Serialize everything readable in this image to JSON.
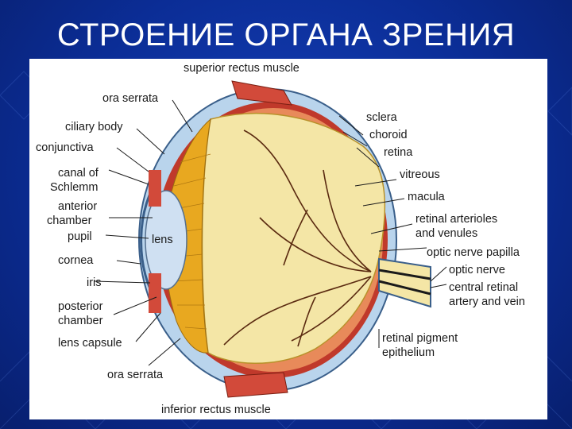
{
  "slide": {
    "title": "СТРОЕНИЕ ОРГАНА ЗРЕНИЯ"
  },
  "diagram": {
    "labels": {
      "superior_rectus_muscle": "superior rectus muscle",
      "ora_serrata_top": "ora serrata",
      "ciliary_body": "ciliary body",
      "conjunctiva": "conjunctiva",
      "canal_of_schlemm_line1": "canal of",
      "canal_of_schlemm_line2": "Schlemm",
      "anterior_chamber_line1": "anterior",
      "anterior_chamber_line2": "chamber",
      "pupil": "pupil",
      "cornea": "cornea",
      "iris": "iris",
      "posterior_chamber_line1": "posterior",
      "posterior_chamber_line2": "chamber",
      "lens_capsule": "lens capsule",
      "ora_serrata_bottom": "ora serrata",
      "inferior_rectus_muscle": "inferior rectus muscle",
      "lens": "lens",
      "sclera": "sclera",
      "choroid": "choroid",
      "retina": "retina",
      "vitreous": "vitreous",
      "macula": "macula",
      "retinal_arterioles_line1": "retinal arterioles",
      "retinal_arterioles_line2": "and venules",
      "optic_nerve_papilla": "optic nerve papilla",
      "optic_nerve": "optic nerve",
      "central_retinal_line1": "central retinal",
      "central_retinal_line2": "artery and vein",
      "retinal_pigment_line1": "retinal pigment",
      "retinal_pigment_line2": "epithelium"
    },
    "colors": {
      "sclera": "#b9d4ec",
      "choroid": "#c0392b",
      "vitreous": "#f4e6a6",
      "lens": "#cfe0f2",
      "ciliary": "#e0a020",
      "muscle": "#d24a3a",
      "vessels": "#5a2a10"
    }
  }
}
